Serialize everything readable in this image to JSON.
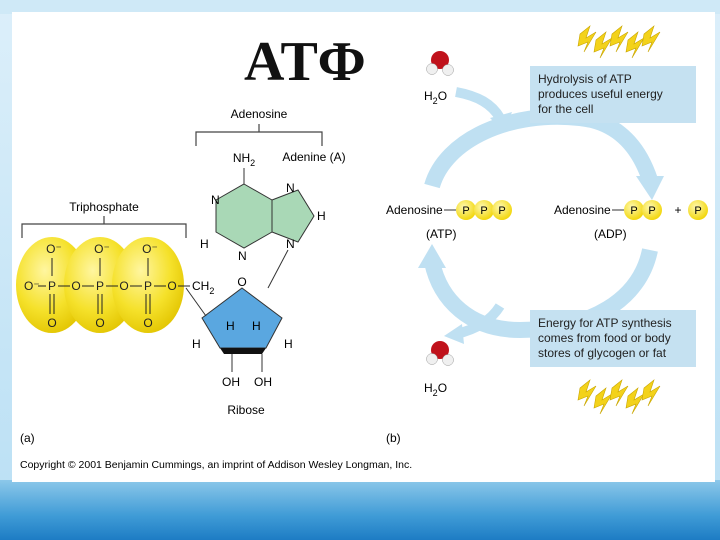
{
  "title": "АТФ",
  "panel_a": {
    "adenosine_label": "Adenosine",
    "adenine_label": "Adenine (A)",
    "triphosphate_label": "Triphosphate",
    "ribose_label": "Ribose",
    "nh2": "NH",
    "nh2_sub": "2",
    "ch2": "CH",
    "ch2_sub": "2",
    "oh": "OH",
    "h": "H",
    "n": "N",
    "o": "O",
    "o_minus": "O⁻",
    "p": "P",
    "panel_letter": "(a)"
  },
  "panel_b": {
    "adenosine_left": "Adenosine",
    "atp_label": "(ATP)",
    "adenosine_right": "Adenosine",
    "adp_label": "(ADP)",
    "plus": "+",
    "p": "P",
    "water": "H",
    "water_sub": "2",
    "water_o": "O",
    "hydrolysis_text": [
      "Hydrolysis of ATP",
      "produces useful energy",
      "for the cell"
    ],
    "synthesis_text": [
      "Energy for ATP synthesis",
      "comes from food or body",
      "stores of glycogen or fat"
    ],
    "panel_letter": "(b)"
  },
  "copyright": "Copyright © 2001 Benjamin Cummings, an imprint of Addison Wesley Longman, Inc.",
  "colors": {
    "phosphate_yellow": "#f5e12a",
    "adenine_green": "#a9d8b6",
    "ribose_blue": "#5aa7e0",
    "cycle_blue": "#bfe0f2",
    "info_box": "#c5e1f1"
  }
}
